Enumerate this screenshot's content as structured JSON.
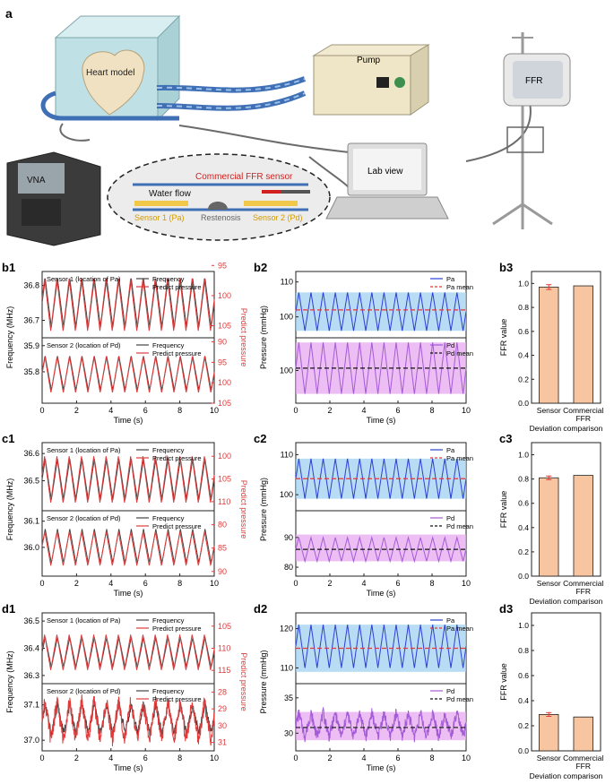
{
  "panel_labels": {
    "a": "a",
    "b1": "b1",
    "b2": "b2",
    "b3": "b3",
    "c1": "c1",
    "c2": "c2",
    "c3": "c3",
    "d1": "d1",
    "d2": "d2",
    "d3": "d3"
  },
  "illustration": {
    "heart_model": "Heart model",
    "pump": "Pump",
    "ffr_device": "FFR",
    "vna": "VNA",
    "laptop": "Lab view",
    "inset": {
      "commercial_sensor": "Commercial FFR sensor",
      "water_flow": "Water flow",
      "sensor1": "Sensor 1 (Pa)",
      "restenosis": "Restenosis",
      "sensor2": "Sensor 2 (Pd)"
    },
    "colors": {
      "tank": "#bfe0e4",
      "tube": "#3f6fb5",
      "sensor_yellow": "#f2c84b",
      "commercial_red": "#d21f1f"
    }
  },
  "colors": {
    "frequency": "#444444",
    "predict": "#e03a3a",
    "pa": "#2b3fd6",
    "pa_band": "#9fd0f0",
    "pd": "#a35bd6",
    "pd_band": "#e7a8ef",
    "bar_fill": "#f7c59f",
    "error_bar": "#e23b3b"
  },
  "chart_data": [
    {
      "id": "b1",
      "type": "line",
      "xlabel": "Time (s)",
      "xlim": [
        0,
        10
      ],
      "xticks": [
        "0",
        "2",
        "4",
        "6",
        "8",
        "10"
      ],
      "ylabel_left": "Frequency (MHz)",
      "ylabel_right": "Predict pressure",
      "subplots": [
        {
          "label": "Sensor 1 (location of Pa)",
          "ylim": [
            36.65,
            36.84
          ],
          "yticks": [
            "36.7",
            "36.8"
          ],
          "right_ylim": [
            107,
            96
          ],
          "right_ticks": [
            "95",
            "100",
            "105"
          ],
          "legend": [
            "Frequency",
            "Predict pressure"
          ],
          "series": [
            {
              "name": "Frequency",
              "wave": {
                "cycles": 14,
                "min": 36.68,
                "max": 36.82,
                "phase": 0.0
              }
            },
            {
              "name": "Predict pressure",
              "wave": {
                "cycles": 14,
                "min": 36.67,
                "max": 36.82,
                "phase": 0.05
              }
            }
          ]
        },
        {
          "label": "Sensor 2 (location of Pd)",
          "ylim": [
            35.68,
            35.93
          ],
          "yticks": [
            "35.8",
            "35.9"
          ],
          "right_ylim": [
            105,
            89
          ],
          "right_ticks": [
            "90",
            "95",
            "100",
            "105"
          ],
          "legend": [
            "Frequency",
            "Predict pressure"
          ],
          "series": [
            {
              "name": "Frequency",
              "wave": {
                "cycles": 14,
                "min": 35.73,
                "max": 35.86,
                "phase": 0.0
              }
            },
            {
              "name": "Predict pressure",
              "wave": {
                "cycles": 14,
                "min": 35.72,
                "max": 35.86,
                "phase": 0.03
              }
            }
          ]
        }
      ]
    },
    {
      "id": "b2",
      "type": "line",
      "xlabel": "Time (s)",
      "xlim": [
        0,
        10
      ],
      "xticks": [
        "0",
        "2",
        "4",
        "6",
        "8",
        "10"
      ],
      "ylabel": "Pressure (mmHg)",
      "subplots": [
        {
          "ylim": [
            94,
            113
          ],
          "yticks": [
            "100",
            "110"
          ],
          "band": [
            96,
            107
          ],
          "series": [
            {
              "name": "Pa",
              "wave": {
                "cycles": 14,
                "min": 96,
                "max": 107,
                "phase": 0.0
              }
            },
            {
              "name": "Pa mean",
              "value": 102
            }
          ]
        },
        {
          "ylim": [
            93,
            107
          ],
          "yticks": [
            "100"
          ],
          "band": [
            95,
            106
          ],
          "series": [
            {
              "name": "Pd",
              "wave": {
                "cycles": 14,
                "min": 95,
                "max": 106,
                "phase": 0.0
              }
            },
            {
              "name": "Pd mean",
              "value": 100.5
            }
          ]
        }
      ]
    },
    {
      "id": "b3",
      "type": "bar",
      "ylabel": "FFR value",
      "ylim": [
        0,
        1.1
      ],
      "yticks": [
        "0.0",
        "0.2",
        "0.4",
        "0.6",
        "0.8",
        "1.0"
      ],
      "categories": [
        "Sensor",
        "Commercial FFR"
      ],
      "values": [
        0.97,
        0.98
      ],
      "errors": [
        0.02,
        0
      ],
      "xlabel": "Deviation comparison"
    },
    {
      "id": "c1",
      "type": "line",
      "xlabel": "Time (s)",
      "xlim": [
        0,
        10
      ],
      "xticks": [
        "0",
        "2",
        "4",
        "6",
        "8",
        "10"
      ],
      "ylabel_left": "Frequency (MHz)",
      "ylabel_right": "Predict pressure",
      "subplots": [
        {
          "label": "Sensor 1 (location of Pa)",
          "ylim": [
            36.39,
            36.64
          ],
          "yticks": [
            "36.5",
            "36.6"
          ],
          "right_ylim": [
            112,
            97
          ],
          "right_ticks": [
            "100",
            "105",
            "110"
          ],
          "legend": [
            "Frequency",
            "Predict pressure"
          ],
          "series": [
            {
              "name": "Frequency",
              "wave": {
                "cycles": 14,
                "min": 36.43,
                "max": 36.58,
                "phase": 0.0
              }
            },
            {
              "name": "Predict pressure",
              "wave": {
                "cycles": 14,
                "min": 36.42,
                "max": 36.59,
                "phase": 0.05
              }
            }
          ]
        },
        {
          "label": "Sensor 2 (location of Pd)",
          "ylim": [
            35.89,
            36.14
          ],
          "yticks": [
            "36.0",
            "36.1"
          ],
          "right_ylim": [
            91,
            77
          ],
          "right_ticks": [
            "80",
            "85",
            "90"
          ],
          "legend": [
            "Frequency",
            "Predict pressure"
          ],
          "series": [
            {
              "name": "Frequency",
              "wave": {
                "cycles": 14,
                "min": 35.94,
                "max": 36.07,
                "phase": 0.0
              }
            },
            {
              "name": "Predict pressure",
              "wave": {
                "cycles": 14,
                "min": 35.93,
                "max": 36.06,
                "phase": 0.04
              }
            }
          ]
        }
      ]
    },
    {
      "id": "c2",
      "type": "line",
      "xlabel": "Time (s)",
      "xlim": [
        0,
        10
      ],
      "xticks": [
        "0",
        "2",
        "4",
        "6",
        "8",
        "10"
      ],
      "ylabel": "Pressure (mmHg)",
      "subplots": [
        {
          "ylim": [
            96,
            113
          ],
          "yticks": [
            "100",
            "110"
          ],
          "band": [
            99,
            109
          ],
          "series": [
            {
              "name": "Pa",
              "wave": {
                "cycles": 14,
                "min": 99,
                "max": 109,
                "phase": 0.0
              }
            },
            {
              "name": "Pa mean",
              "value": 104
            }
          ]
        },
        {
          "ylim": [
            77,
            99
          ],
          "yticks": [
            "80",
            "90"
          ],
          "band": [
            82,
            91
          ],
          "series": [
            {
              "name": "Pd",
              "wave": {
                "cycles": 14,
                "min": 82,
                "max": 90,
                "phase": 0.0
              }
            },
            {
              "name": "Pd mean",
              "value": 86
            }
          ]
        }
      ]
    },
    {
      "id": "c3",
      "type": "bar",
      "ylabel": "FFR value",
      "ylim": [
        0,
        1.1
      ],
      "yticks": [
        "0.0",
        "0.2",
        "0.4",
        "0.6",
        "0.8",
        "1.0"
      ],
      "categories": [
        "Sensor",
        "Commercial FFR"
      ],
      "values": [
        0.81,
        0.83
      ],
      "errors": [
        0.015,
        0
      ],
      "xlabel": "Deviation comparison"
    },
    {
      "id": "d1",
      "type": "line",
      "xlabel": "Time (s)",
      "xlim": [
        0,
        10
      ],
      "xticks": [
        "0",
        "2",
        "4",
        "6",
        "8",
        "10"
      ],
      "ylabel_left": "Frequency (MHz)",
      "ylabel_right": "Predict pressure",
      "subplots": [
        {
          "label": "Sensor 1 (location of Pa)",
          "ylim": [
            36.27,
            36.53
          ],
          "yticks": [
            "36.3",
            "36.4",
            "36.5"
          ],
          "right_ylim": [
            118,
            102
          ],
          "right_ticks": [
            "105",
            "110",
            "115"
          ],
          "legend": [
            "Frequency",
            "Predict pressure"
          ],
          "series": [
            {
              "name": "Frequency",
              "wave": {
                "cycles": 14,
                "min": 36.33,
                "max": 36.44,
                "phase": 0.0
              }
            },
            {
              "name": "Predict pressure",
              "wave": {
                "cycles": 14,
                "min": 36.32,
                "max": 36.45,
                "phase": 0.05
              }
            }
          ]
        },
        {
          "label": "Sensor 2 (location of Pd)",
          "ylim": [
            36.97,
            37.16
          ],
          "yticks": [
            "37.0",
            "37.1"
          ],
          "right_ylim": [
            31.5,
            27.5
          ],
          "right_ticks": [
            "28",
            "29",
            "30",
            "31"
          ],
          "legend": [
            "Frequency",
            "Predict pressure"
          ],
          "series": [
            {
              "name": "Frequency",
              "wave": {
                "cycles": 14,
                "min": 37.02,
                "max": 37.1,
                "phase": 0.0,
                "noise": 0.012
              }
            },
            {
              "name": "Predict pressure",
              "wave": {
                "cycles": 14,
                "min": 37.0,
                "max": 37.11,
                "phase": 0.03,
                "noise": 0.022
              }
            }
          ]
        }
      ]
    },
    {
      "id": "d2",
      "type": "line",
      "xlabel": "Time (s)",
      "xlim": [
        0,
        10
      ],
      "xticks": [
        "0",
        "2",
        "4",
        "6",
        "8",
        "10"
      ],
      "ylabel": "Pressure (mmHg)",
      "subplots": [
        {
          "ylim": [
            106,
            124
          ],
          "yticks": [
            "110",
            "120"
          ],
          "band": [
            109,
            121
          ],
          "series": [
            {
              "name": "Pa",
              "wave": {
                "cycles": 14,
                "min": 110,
                "max": 121,
                "phase": 0.0
              }
            },
            {
              "name": "Pa mean",
              "value": 115
            }
          ]
        },
        {
          "ylim": [
            27.5,
            37
          ],
          "yticks": [
            "30",
            "35"
          ],
          "band": [
            29,
            33
          ],
          "series": [
            {
              "name": "Pd",
              "wave": {
                "cycles": 14,
                "min": 29.5,
                "max": 32.8,
                "phase": 0.0,
                "noise": 0.8
              }
            },
            {
              "name": "Pd mean",
              "value": 30.8
            }
          ]
        }
      ]
    },
    {
      "id": "d3",
      "type": "bar",
      "ylabel": "FFR value",
      "ylim": [
        0,
        1.1
      ],
      "yticks": [
        "0.0",
        "0.2",
        "0.4",
        "0.6",
        "0.8",
        "1.0"
      ],
      "categories": [
        "Sensor",
        "Commercial FFR"
      ],
      "values": [
        0.29,
        0.27
      ],
      "errors": [
        0.015,
        0
      ],
      "xlabel": "Deviation comparison"
    }
  ]
}
